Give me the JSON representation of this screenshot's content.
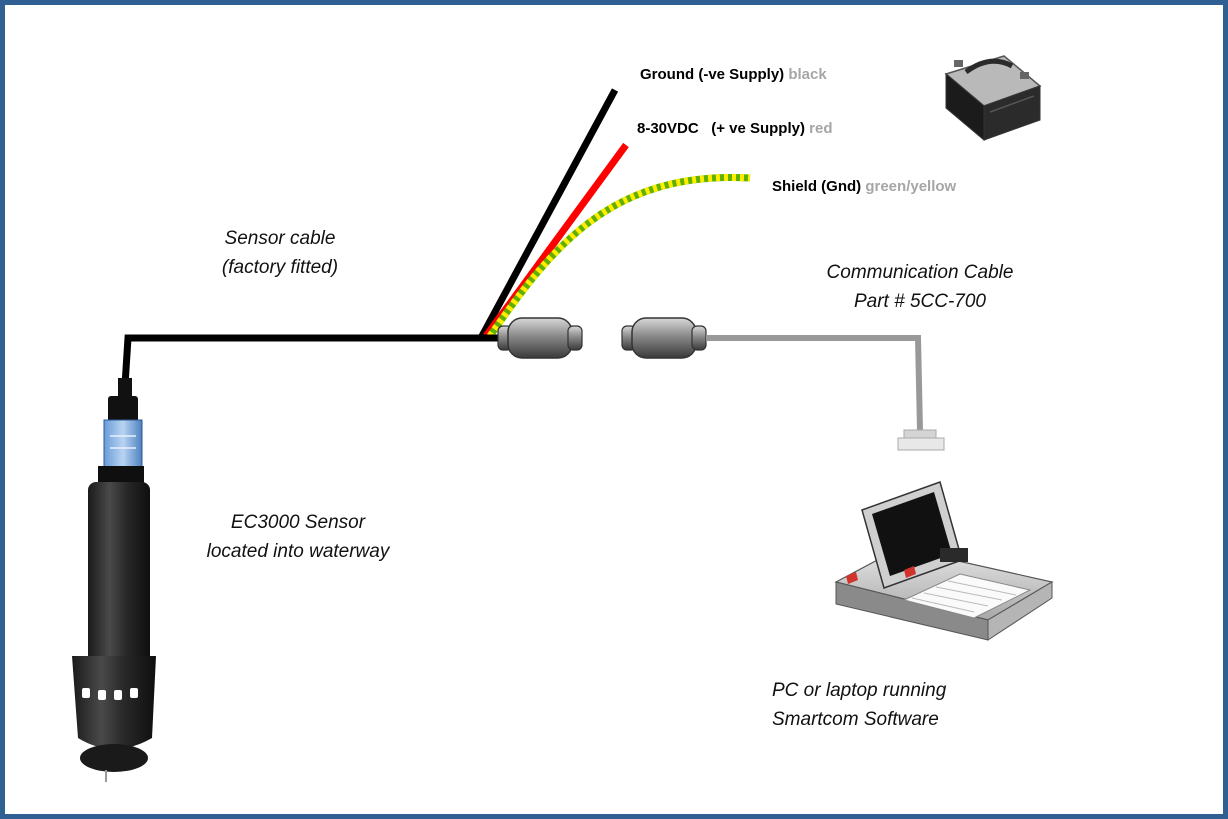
{
  "colors": {
    "border": "#2f5f93",
    "wire_ground": "#000000",
    "wire_supply": "#ff0000",
    "wire_shield_green": "#5fb000",
    "wire_shield_yellow": "#ffee00",
    "comm_cable": "#999999",
    "color_word": "#a6a6a6"
  },
  "labels": {
    "ground": {
      "text": "Ground (-ve Supply)",
      "color_word": "black"
    },
    "supply": {
      "text": "8-30VDC   (+ ve Supply)",
      "color_word": "red"
    },
    "shield": {
      "text": "Shield (Gnd)",
      "color_word": "green/yellow"
    },
    "sensor_cable": {
      "line1": "Sensor cable",
      "line2": "(factory fitted)"
    },
    "comm_cable": {
      "line1": "Communication Cable",
      "line2": "Part # 5CC-700"
    },
    "sensor": {
      "line1": "EC3000 Sensor",
      "line2": "located into waterway"
    },
    "pc": {
      "line1": "PC or laptop running",
      "line2": "Smartcom Software"
    }
  },
  "icons": [
    "battery-icon",
    "sensor-probe-icon",
    "connector-icon",
    "laptop-icon",
    "serial-plug-icon"
  ]
}
